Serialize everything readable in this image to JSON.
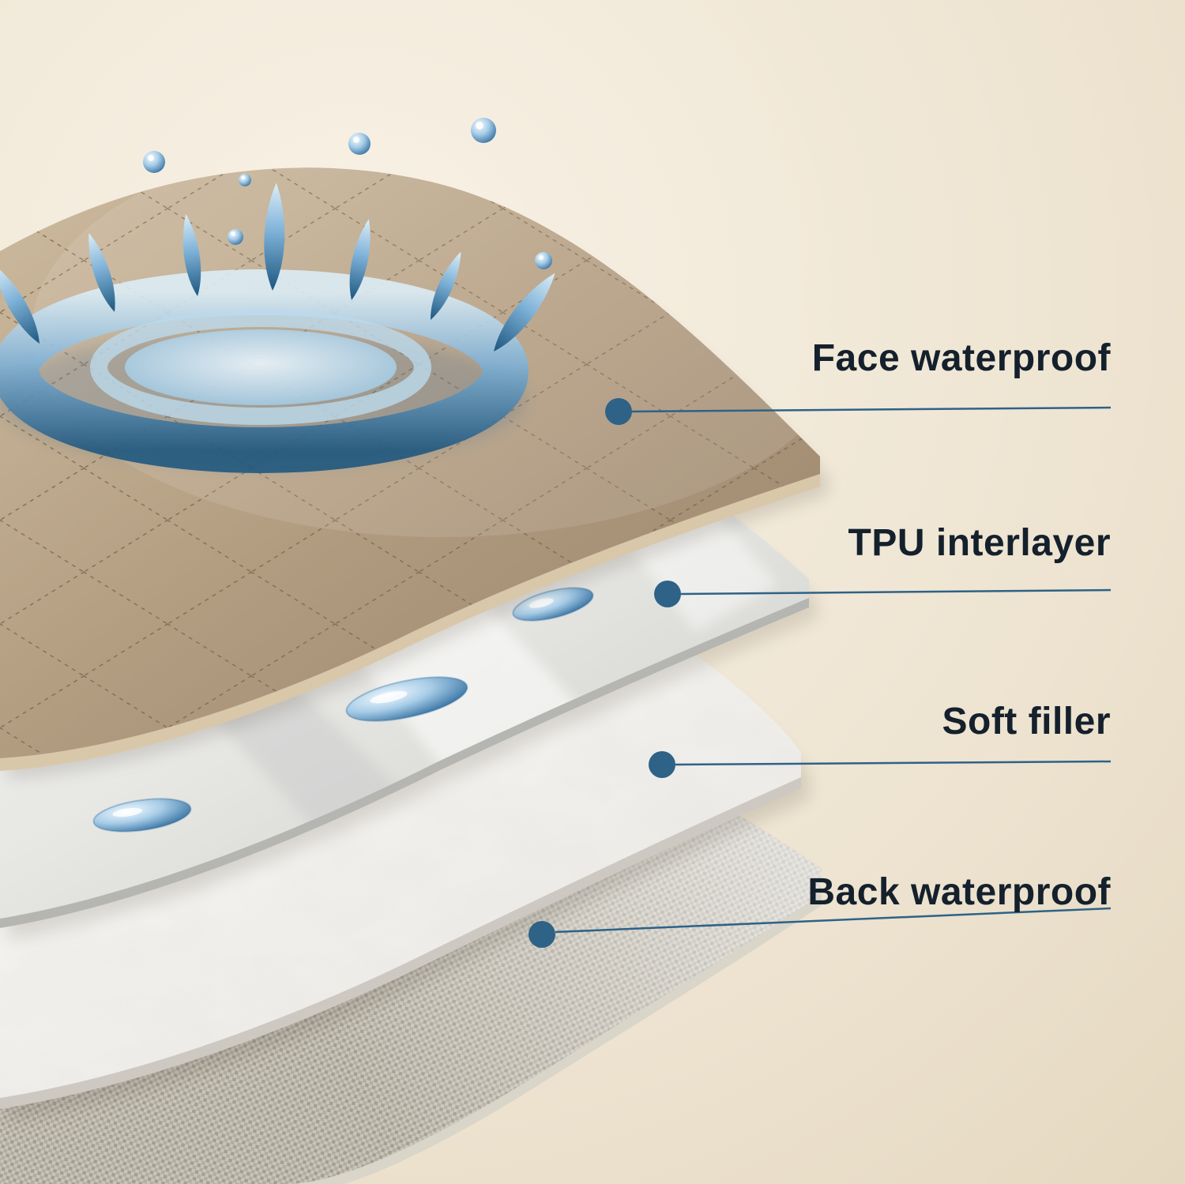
{
  "diagram": {
    "layers": [
      {
        "id": "face-waterproof",
        "label": "Face waterproof"
      },
      {
        "id": "tpu-interlayer",
        "label": "TPU interlayer"
      },
      {
        "id": "soft-filler",
        "label": "Soft filler"
      },
      {
        "id": "back-waterproof",
        "label": "Back waterproof"
      }
    ],
    "icons": {
      "water_splash": "water-splash-icon",
      "droplet": "droplet-icon",
      "callout_dot": "●"
    },
    "colors": {
      "background_cream": "#ede3d0",
      "label_text": "#14202c",
      "callout_blue": "#2e6286",
      "fabric_tan": "#ab9679",
      "fabric_edge": "#d9c7a9",
      "water_blue": "#5b9cc9",
      "water_dark": "#1c567f",
      "tpu_white": "#ececea",
      "filler_white": "#ffffff",
      "back_gray": "#b2ada1"
    }
  }
}
